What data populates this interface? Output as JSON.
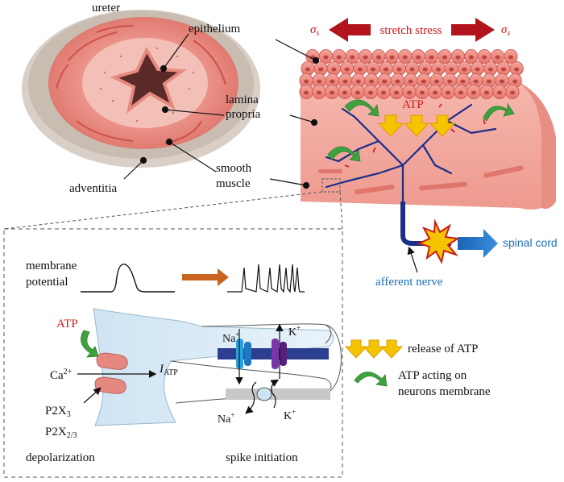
{
  "labels": {
    "ureter": "ureter",
    "epithelium": "epithelium",
    "lamina_line1": "lamina",
    "lamina_line2": "propria",
    "adventitia": "adventitia",
    "smooth_line1": "smooth",
    "smooth_line2": "muscle",
    "sigma": "σ",
    "sigma_sub": "s",
    "stretch_stress": "stretch stress",
    "atp_top": "ATP",
    "spinal_cord": "spinal cord",
    "afferent_nerve": "afferent nerve",
    "membrane_line1": "membrane",
    "membrane_line2": "potential",
    "atp_inset": "ATP",
    "ca": "Ca",
    "ca_sup": "2+",
    "i_atp": "I",
    "i_atp_sub": "ATP",
    "p2x3": "P2X",
    "p2x3_sub": "3",
    "p2x23": "P2X",
    "p2x23_sub": "2/3",
    "na_top": "Na",
    "na_top_sup": "+",
    "k_top": "K",
    "k_top_sup": "+",
    "na_bottom": "Na",
    "na_bottom_sup": "+",
    "k_bottom": "K",
    "k_bottom_sup": "+",
    "depolarization": "depolarization",
    "spike_initiation": "spike initiation"
  },
  "legend": {
    "release": "release of ATP",
    "acting_line1": "ATP acting on",
    "acting_line2": "neurons membrane"
  },
  "colors": {
    "red_text": "#cc1a1a",
    "blue_text": "#1f6fb8",
    "nerve_blue": "#1a2e8a",
    "arrow_red": "#b3131b",
    "atp_yellow": "#f5c400",
    "green_arrow": "#3ea33e",
    "tissue_pink": "#f2a7a0",
    "orange_arrow": "#c8641e"
  }
}
